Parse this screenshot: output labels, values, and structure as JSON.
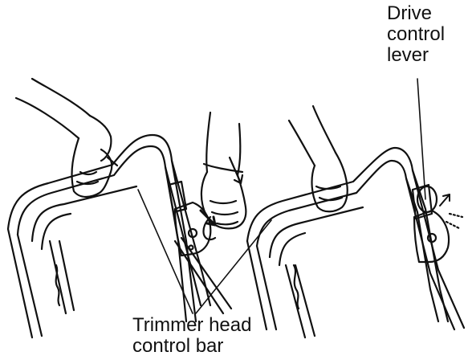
{
  "labels": {
    "drive_control_lever": [
      "Drive",
      "control",
      "lever"
    ],
    "trimmer_head_control_bar": [
      "Trimmer head",
      "control bar"
    ]
  },
  "colors": {
    "ink": "#111111",
    "background": "#ffffff"
  }
}
